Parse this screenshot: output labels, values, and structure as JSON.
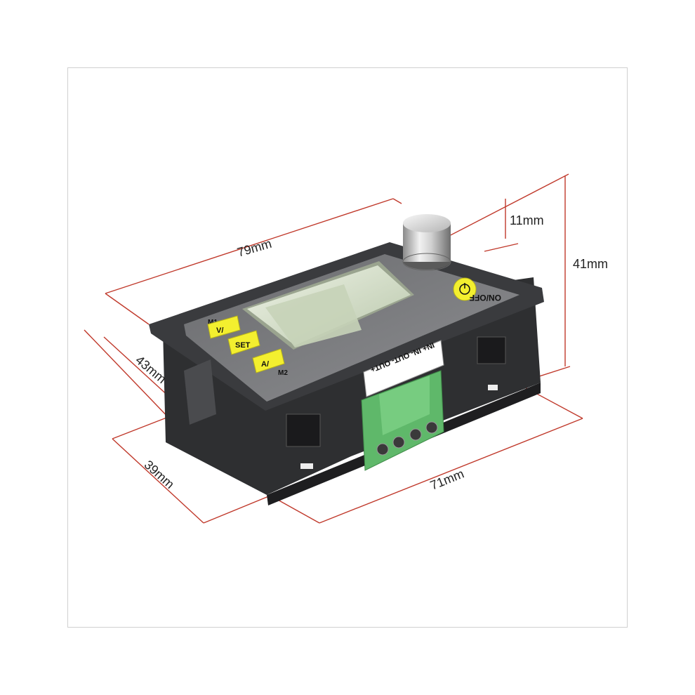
{
  "dimensions": {
    "length_top": "79mm",
    "knob_height": "11mm",
    "total_height": "41mm",
    "depth_top": "43mm",
    "depth_bottom": "39mm",
    "length_bottom": "71mm"
  },
  "buttons": {
    "m1_label": "M1",
    "v_button": "V/",
    "set_button": "SET",
    "a_button": "A/",
    "m2_label": "M2",
    "on_off": "ON/OFF"
  },
  "terminals": {
    "top_label": "IN+  IN-  OUT-  OUT+"
  },
  "colors": {
    "body": "#3c3d40",
    "button_yellow": "#f3ef2f",
    "terminal_green": "#5fb86a",
    "dimension_line": "#c0392b",
    "screen": "#c6d3b8"
  }
}
